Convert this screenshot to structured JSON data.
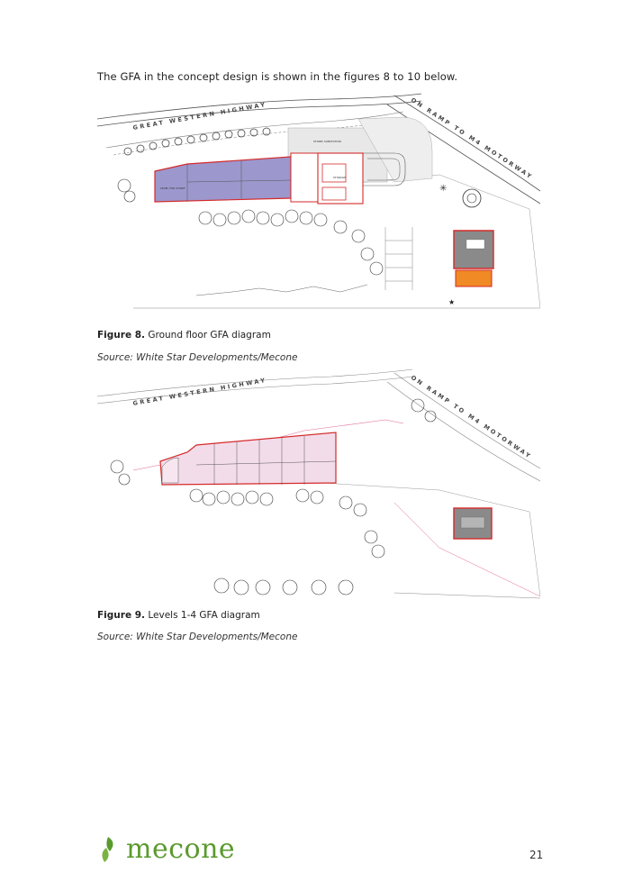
{
  "page": {
    "intro": "The GFA in the concept design is shown in the figures 8 to 10 below.",
    "page_number": "21"
  },
  "figure8": {
    "label": "Figure 8.",
    "caption": "Ground floor GFA diagram",
    "source": "Source: White Star Developments/Mecone",
    "road_north": "GREAT WESTERN HIGHWAY",
    "road_east": "ON RAMP TO M4 MOTORWAY"
  },
  "figure9": {
    "label": "Figure 9.",
    "caption": "Levels 1-4 GFA diagram",
    "source": "Source: White Star Developments/Mecone",
    "road_north": "GREAT WESTERN HIGHWAY",
    "road_east": "ON RAMP TO M4 MOTORWAY"
  },
  "logo": {
    "text": "mecone",
    "icon": "leaf-icon",
    "color": "#5a9a2e"
  },
  "colors": {
    "gfa_red": "#d42a2a",
    "ground_fill": "#9c97cc",
    "levels_fill": "#f3dcea",
    "heritage_grey": "#8a8a8a",
    "orange": "#f08a24"
  }
}
